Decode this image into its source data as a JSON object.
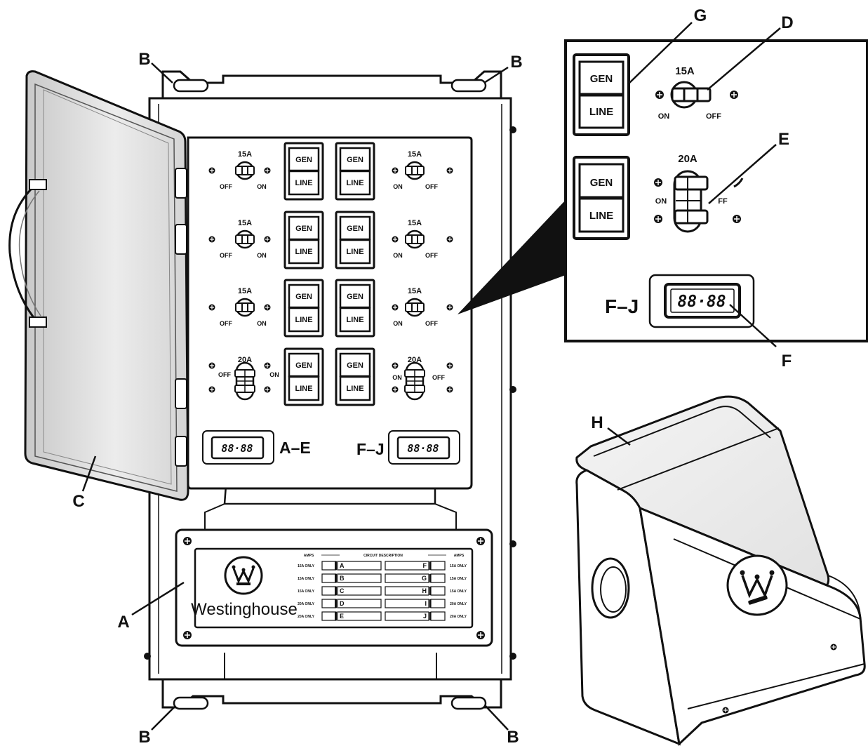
{
  "callouts": {
    "a": "A",
    "b": "B",
    "c": "C",
    "d": "D",
    "e": "E",
    "f": "F",
    "g": "G",
    "h": "H"
  },
  "switch": {
    "gen": "GEN",
    "line": "LINE"
  },
  "breaker": {
    "amp15": "15A",
    "amp20": "20A",
    "on": "ON",
    "off": "OFF",
    "off_partial": "FF"
  },
  "meter": {
    "digits": "88·88",
    "group_left": "A–E",
    "group_right": "F–J",
    "group_right_inset": "F–J"
  },
  "nameplate": {
    "brand": "Westinghouse",
    "header_amps_left": "AMPS",
    "header_amps_right": "AMPS",
    "header_description": "CIRCUIT DESCRIPTION",
    "rows": [
      {
        "left_amps": "15A ONLY",
        "left_circuit": "A",
        "right_circuit": "F",
        "right_amps": "15A ONLY"
      },
      {
        "left_amps": "15A ONLY",
        "left_circuit": "B",
        "right_circuit": "G",
        "right_amps": "15A ONLY"
      },
      {
        "left_amps": "15A ONLY",
        "left_circuit": "C",
        "right_circuit": "H",
        "right_amps": "15A ONLY"
      },
      {
        "left_amps": "20A ONLY",
        "left_circuit": "D",
        "right_circuit": "I",
        "right_amps": "20A ONLY"
      },
      {
        "left_amps": "20A ONLY",
        "left_circuit": "E",
        "right_circuit": "J",
        "right_amps": "20A ONLY"
      }
    ]
  }
}
